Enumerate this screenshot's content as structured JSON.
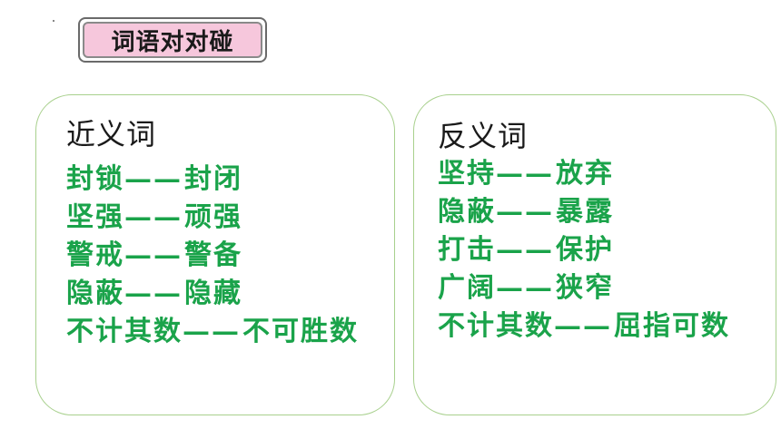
{
  "title": "词语对对碰",
  "synonyms": {
    "heading": "近义词",
    "pairs": [
      {
        "a": "封锁",
        "dash": "——",
        "b": "封闭"
      },
      {
        "a": "坚强",
        "dash": "——",
        "b": "顽强"
      },
      {
        "a": "警戒",
        "dash": "——",
        "b": "警备"
      },
      {
        "a": "隐蔽",
        "dash": "——",
        "b": "隐藏"
      },
      {
        "a": "不计其数",
        "dash": "——",
        "b": "不可胜数"
      }
    ]
  },
  "antonyms": {
    "heading": "反义词",
    "pairs": [
      {
        "a": "坚持",
        "dash": "——",
        "b": "放弃"
      },
      {
        "a": "隐蔽",
        "dash": "——",
        "b": "暴露"
      },
      {
        "a": "打击",
        "dash": "——",
        "b": "保护"
      },
      {
        "a": "广阔",
        "dash": "——",
        "b": "狭窄"
      },
      {
        "a": "不计其数",
        "dash": "——",
        "b": "屈指可数"
      }
    ]
  },
  "colors": {
    "accent_green": "#1aa34a",
    "panel_border": "#a8d08d",
    "title_fill": "#f6c7dc"
  }
}
